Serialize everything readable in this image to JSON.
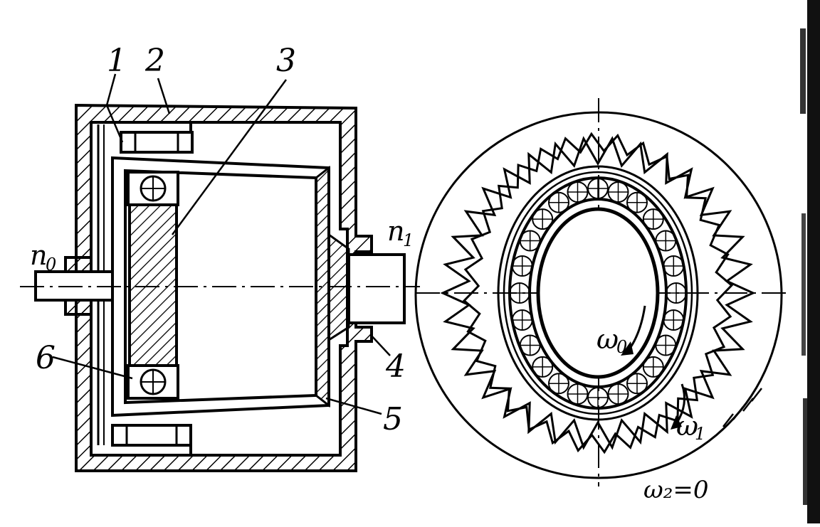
{
  "diagram": {
    "callouts": {
      "c1": "1",
      "c2": "2",
      "c3": "3",
      "c4": "4",
      "c5": "5",
      "c6": "6"
    },
    "speeds": {
      "input_symbol": "n",
      "input_subscript": "0",
      "output_symbol": "n",
      "output_subscript": "1"
    },
    "angular": {
      "wave_symbol": "ω",
      "wave_subscript": "0",
      "flex_symbol": "ω",
      "flex_subscript": "1",
      "rigid_label": "ω₂=0"
    }
  },
  "palette": {
    "ink": "#000000",
    "paper": "#ffffff"
  }
}
